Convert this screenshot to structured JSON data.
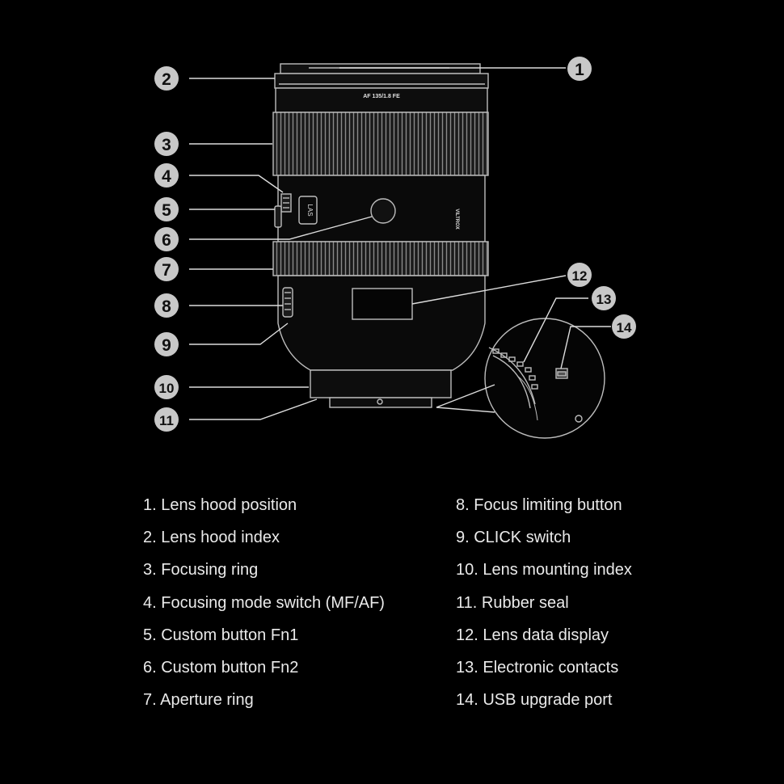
{
  "lens": {
    "model_text": "AF 135/1.8 FE",
    "brand_text": "VILTROX",
    "switch_text": "LAS"
  },
  "callouts": [
    "1",
    "2",
    "3",
    "4",
    "5",
    "6",
    "7",
    "8",
    "9",
    "10",
    "11",
    "12",
    "13",
    "14"
  ],
  "legend": {
    "left": [
      "1. Lens hood position",
      "2. Lens hood index",
      "3. Focusing ring",
      "4. Focusing mode switch (MF/AF)",
      "5. Custom button Fn1",
      "6. Custom button Fn2",
      "7. Aperture ring"
    ],
    "right": [
      "8. Focus limiting button",
      "9. CLICK switch",
      "10. Lens mounting index",
      "11. Rubber seal",
      "12. Lens data display",
      "13. Electronic contacts",
      "14. USB upgrade port"
    ]
  },
  "colors": {
    "background": "#000000",
    "line_art": "#bdbdbd",
    "badge_fill": "#c8c8c8",
    "badge_text": "#111111",
    "legend_text": "#eaeaea"
  }
}
